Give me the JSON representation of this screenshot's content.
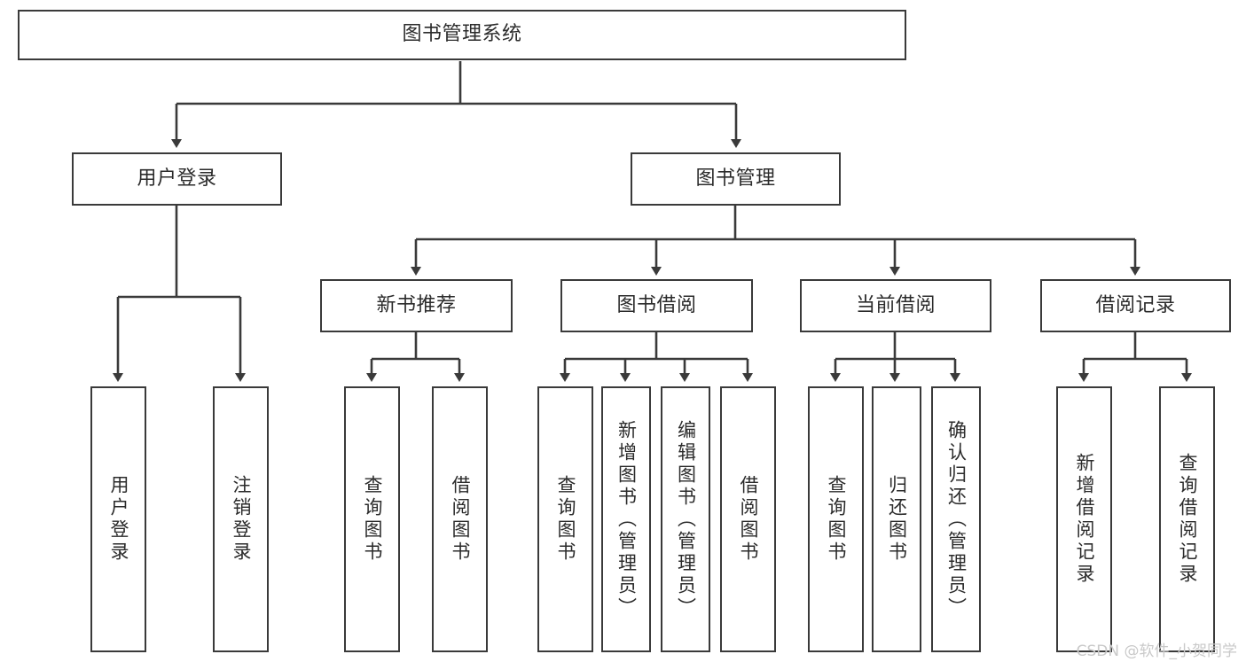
{
  "diagram": {
    "title": "图书管理系统",
    "type": "tree-hierarchy",
    "root": {
      "label": "图书管理系统"
    },
    "level2": [
      {
        "label": "用户登录"
      },
      {
        "label": "图书管理"
      }
    ],
    "level3": [
      {
        "label": "新书推荐"
      },
      {
        "label": "图书借阅"
      },
      {
        "label": "当前借阅"
      },
      {
        "label": "借阅记录"
      }
    ],
    "leaves": {
      "user_login": [
        {
          "label": "用户登录"
        },
        {
          "label": "注销登录"
        }
      ],
      "new_book_recommend": [
        {
          "label": "查询图书"
        },
        {
          "label": "借阅图书"
        }
      ],
      "book_borrow": [
        {
          "label": "查询图书"
        },
        {
          "label": "新增图书（管理员）"
        },
        {
          "label": "编辑图书（管理员）"
        },
        {
          "label": "借阅图书"
        }
      ],
      "current_borrow": [
        {
          "label": "查询图书"
        },
        {
          "label": "归还图书"
        },
        {
          "label": "确认归还（管理员）"
        }
      ],
      "borrow_records": [
        {
          "label": "新增借阅记录"
        },
        {
          "label": "查询借阅记录"
        }
      ]
    },
    "watermark": "CSDN @软件_小贺同学",
    "colors": {
      "stroke": "#3a3a3a",
      "text": "#2b2b2b",
      "background": "#ffffff",
      "watermark": "#c9c9c9"
    }
  }
}
